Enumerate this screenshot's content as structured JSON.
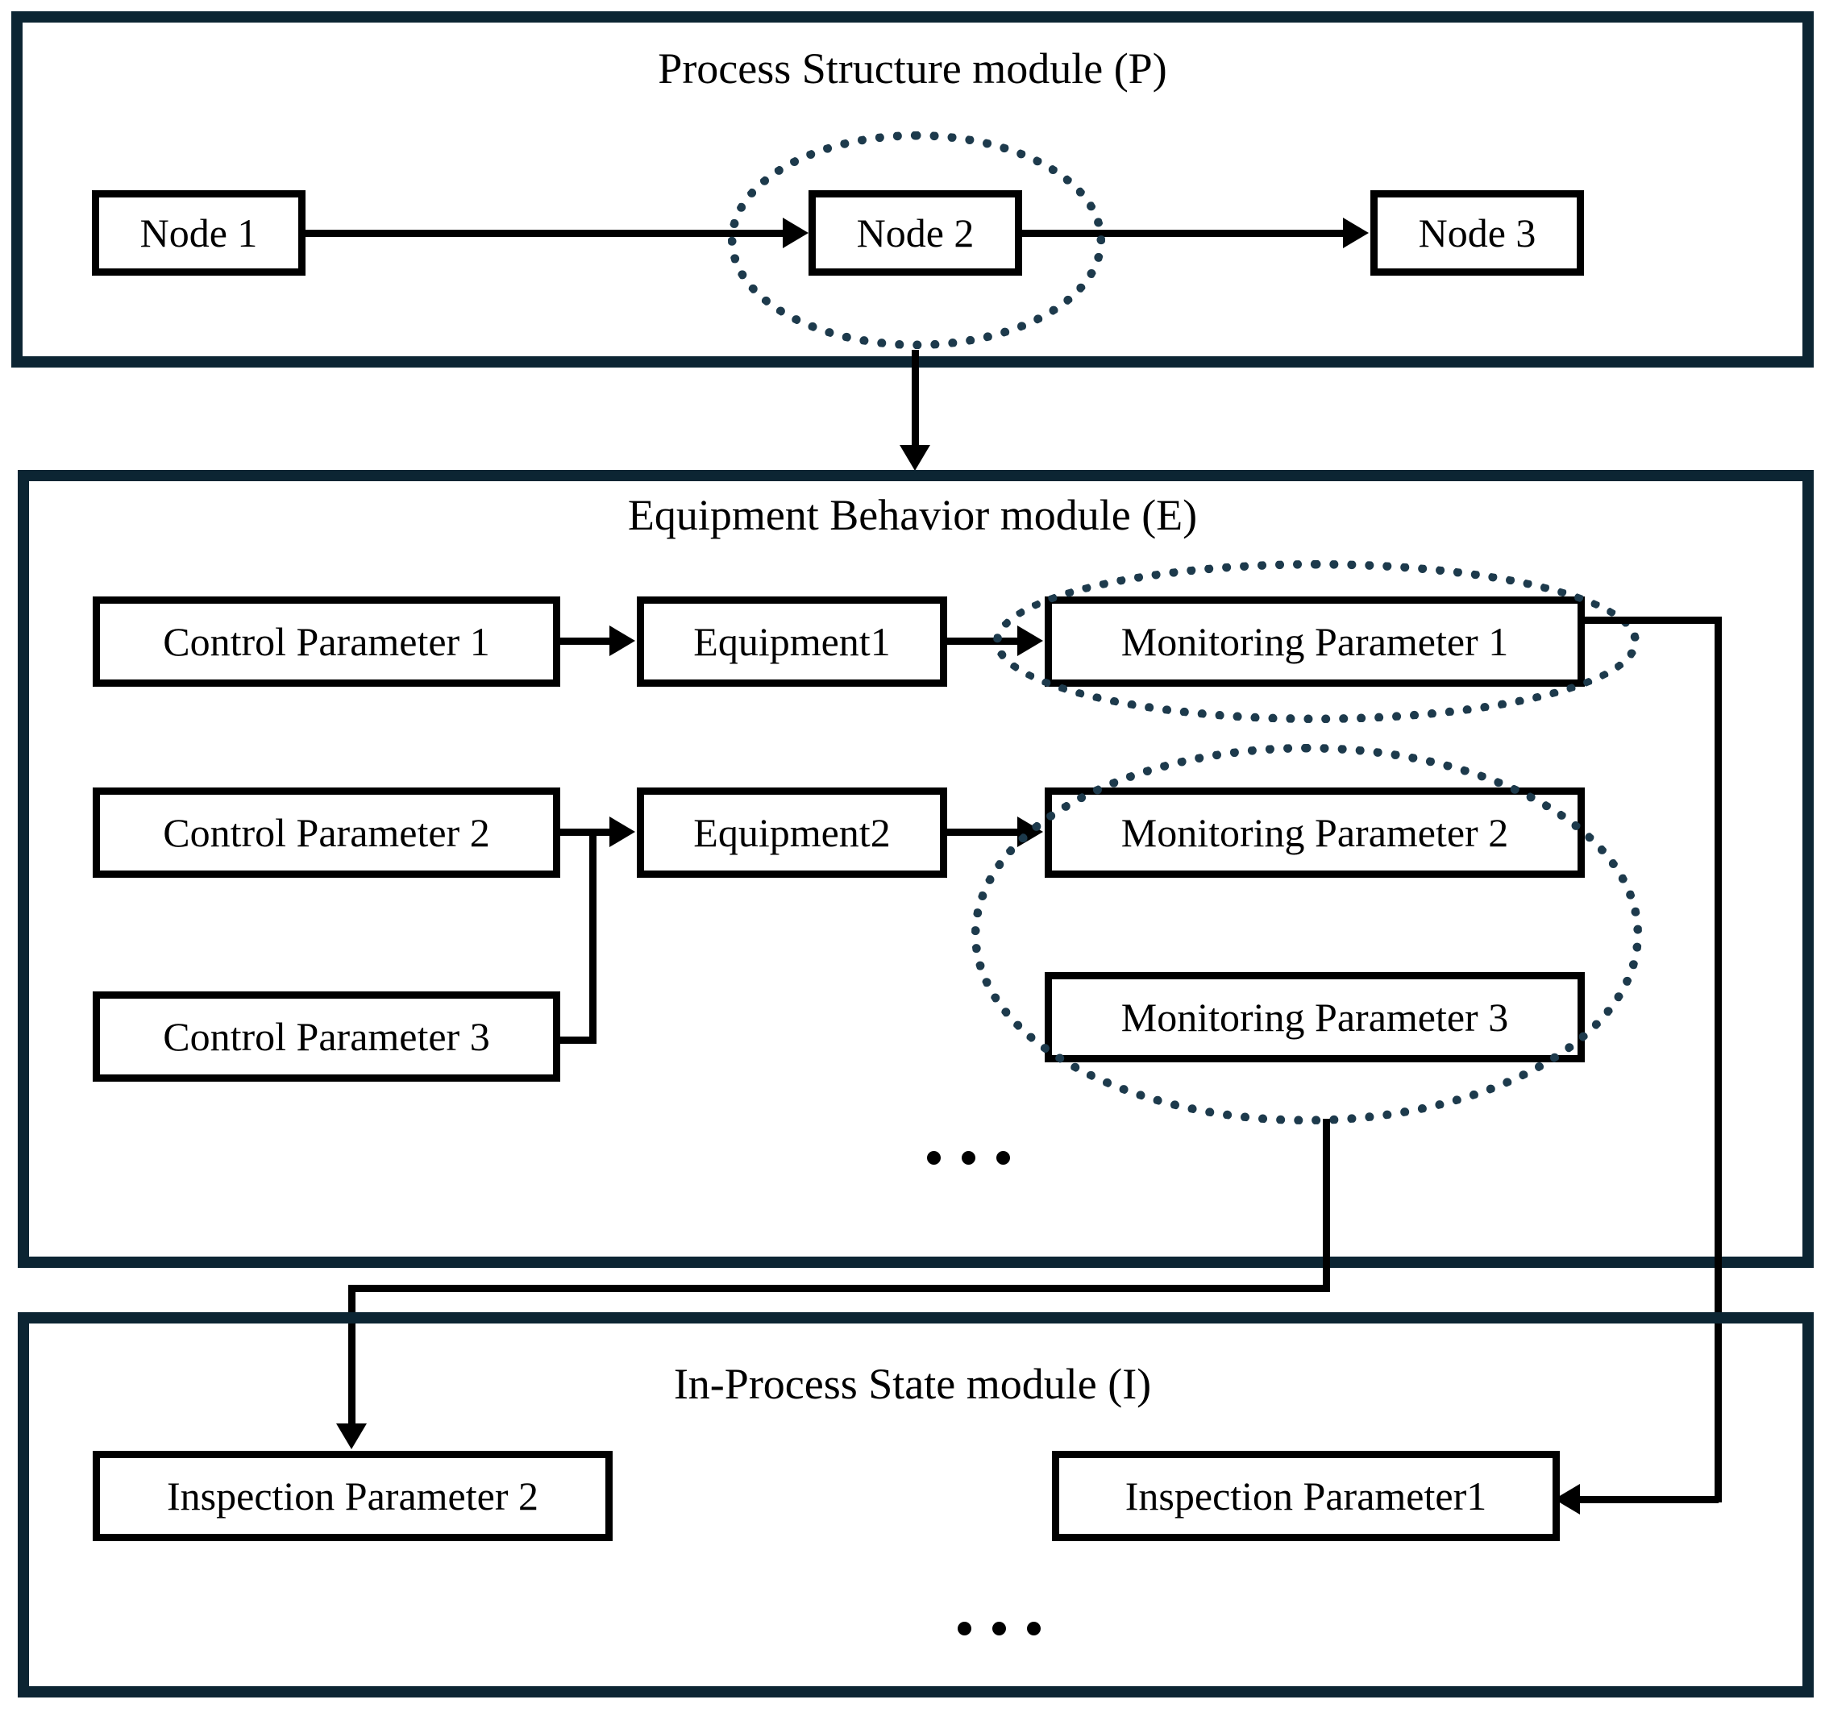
{
  "diagram": {
    "background": "#ffffff",
    "frame_color": "#0c2533",
    "box_border_color": "#000000",
    "ellipse_color": "#1d3a4c",
    "modules": [
      {
        "key": "process_structure",
        "title": "Process Structure module (P)",
        "boxes": [
          {
            "key": "node1",
            "label": "Node 1"
          },
          {
            "key": "node2",
            "label": "Node 2"
          },
          {
            "key": "node3",
            "label": "Node 3"
          }
        ],
        "highlighted": [
          "node2"
        ]
      },
      {
        "key": "equipment_behavior",
        "title": "Equipment Behavior module (E)",
        "boxes": [
          {
            "key": "cp1",
            "label": "Control Parameter 1"
          },
          {
            "key": "cp2",
            "label": "Control Parameter 2"
          },
          {
            "key": "cp3",
            "label": "Control Parameter 3"
          },
          {
            "key": "eq1",
            "label": "Equipment1"
          },
          {
            "key": "eq2",
            "label": "Equipment2"
          },
          {
            "key": "mp1",
            "label": "Monitoring Parameter 1"
          },
          {
            "key": "mp2",
            "label": "Monitoring Parameter 2"
          },
          {
            "key": "mp3",
            "label": "Monitoring Parameter 3"
          }
        ],
        "highlighted": [
          "mp1",
          "mp2",
          "mp3"
        ],
        "continuation": "..."
      },
      {
        "key": "in_process_state",
        "title": "In-Process State module (I)",
        "boxes": [
          {
            "key": "ip2",
            "label": "Inspection Parameter 2"
          },
          {
            "key": "ip1",
            "label": "Inspection Parameter1"
          }
        ],
        "continuation": "..."
      }
    ],
    "connections": [
      {
        "from": "node1",
        "to": "node2",
        "type": "arrow"
      },
      {
        "from": "node2",
        "to": "node3",
        "type": "arrow"
      },
      {
        "from": "node2",
        "to": "equipment_behavior",
        "type": "arrow"
      },
      {
        "from": "cp1",
        "to": "eq1",
        "type": "arrow"
      },
      {
        "from": "eq1",
        "to": "mp1",
        "type": "arrow"
      },
      {
        "from": "cp2",
        "to": "eq2",
        "type": "arrow"
      },
      {
        "from": "cp3",
        "to": "eq2",
        "type": "arrow"
      },
      {
        "from": "eq2",
        "to": "mp2",
        "type": "arrow"
      },
      {
        "from": "mp1",
        "to": "ip1",
        "type": "arrow"
      },
      {
        "from": "mp2_mp3_group",
        "to": "ip2",
        "type": "arrow"
      }
    ]
  }
}
